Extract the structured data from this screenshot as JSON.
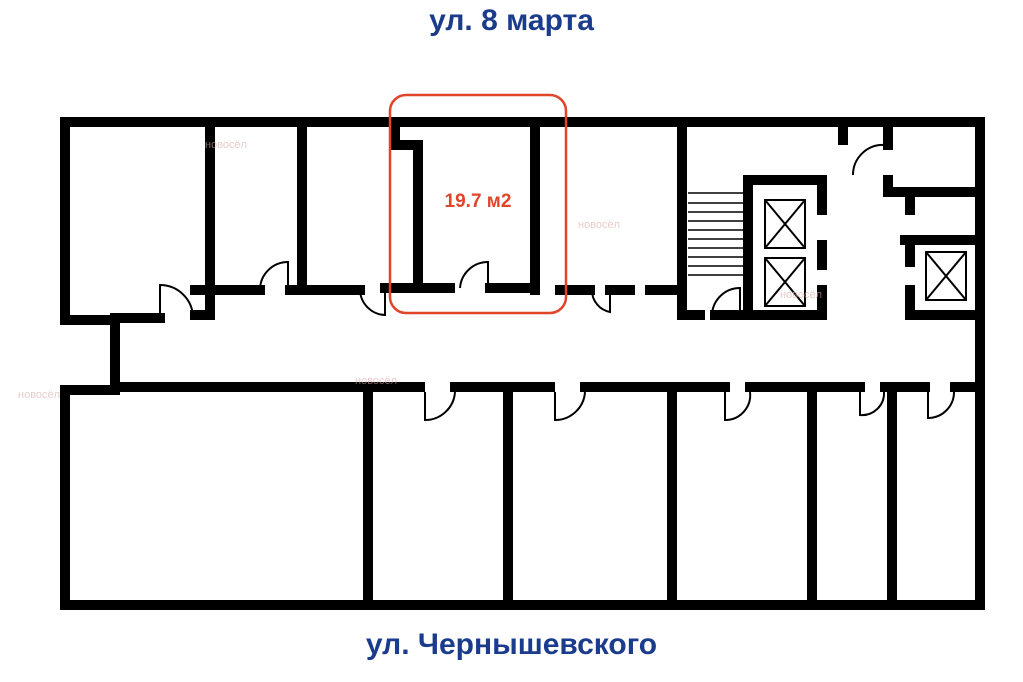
{
  "streets": {
    "top": "ул. 8 марта",
    "bottom": "ул. Чернышевского"
  },
  "highlight": {
    "area_label": "19.7 м2",
    "color": "#e0452a"
  },
  "watermark": {
    "text": "новосёл"
  },
  "colors": {
    "street_text": "#1b3c8c",
    "walls": "#000000"
  }
}
